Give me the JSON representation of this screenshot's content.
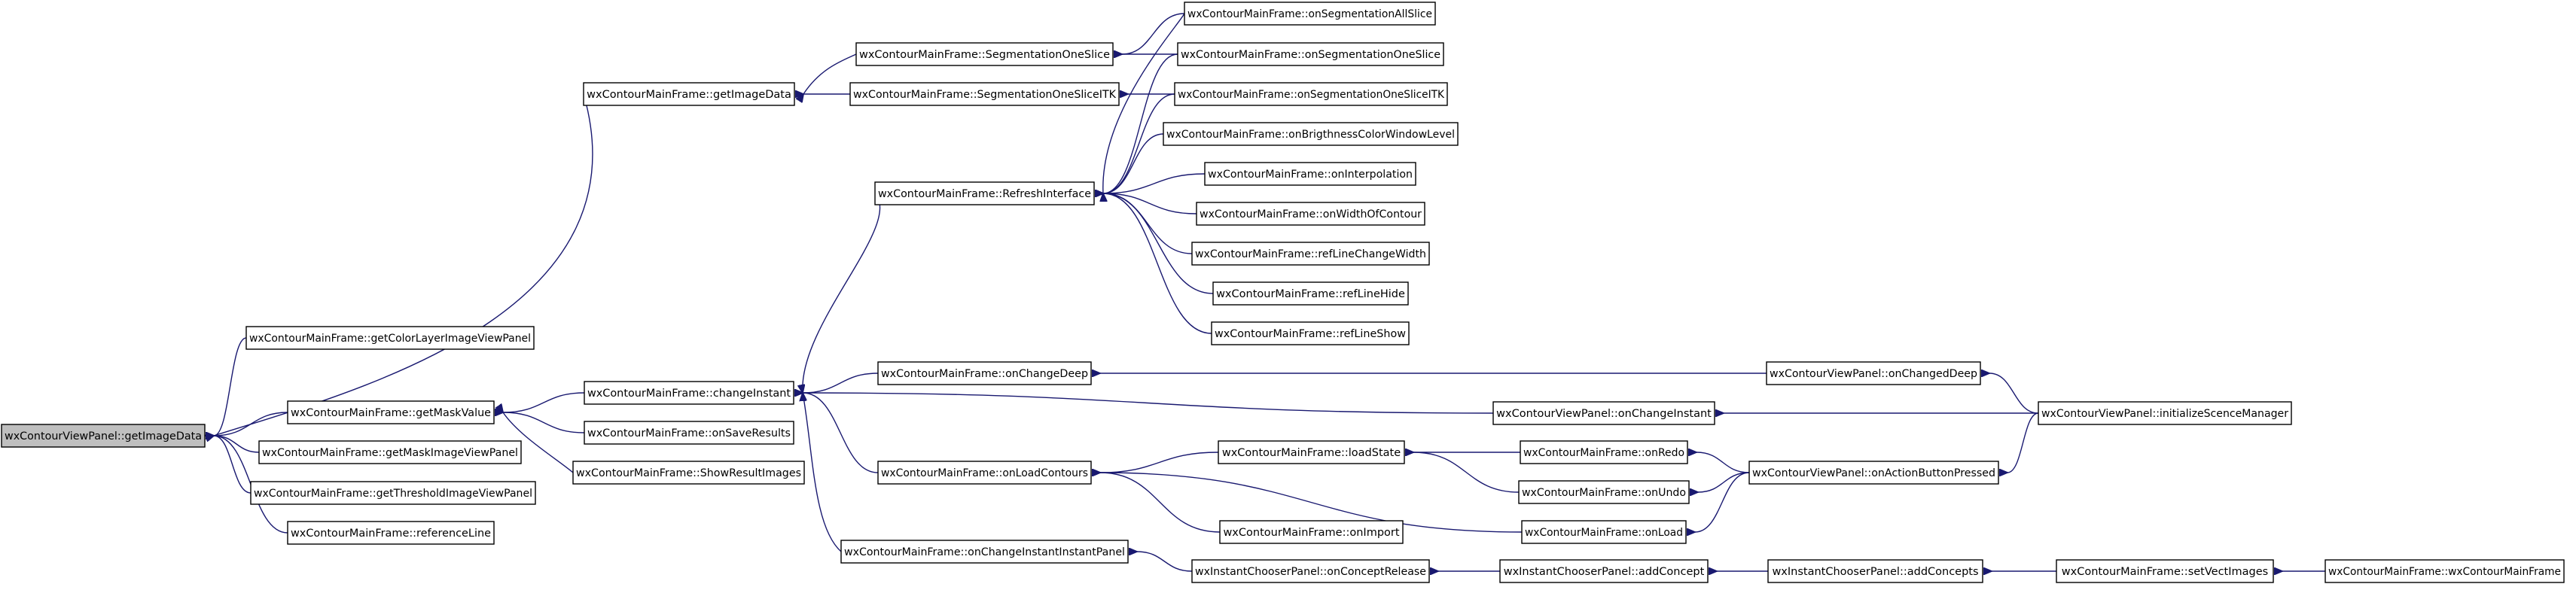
{
  "graph": {
    "kind": "caller-graph",
    "colors": {
      "edge": "#191970",
      "focus_fill": "#bfbfbf",
      "node_fill": "#ffffff",
      "node_border": "#000000"
    },
    "nodes": [
      {
        "id": "n0",
        "label": "wxContourViewPanel::getImageData",
        "focus": true
      },
      {
        "id": "n1",
        "label": "wxContourMainFrame::getColorLayerImageViewPanel"
      },
      {
        "id": "n2",
        "label": "wxContourMainFrame::getImageData"
      },
      {
        "id": "n3",
        "label": "wxContourMainFrame::getMaskValue"
      },
      {
        "id": "n4",
        "label": "wxContourMainFrame::getMaskImageViewPanel"
      },
      {
        "id": "n5",
        "label": "wxContourMainFrame::getThresholdImageViewPanel"
      },
      {
        "id": "n6",
        "label": "wxContourMainFrame::referenceLine"
      },
      {
        "id": "n7",
        "label": "wxContourMainFrame::SegmentationOneSlice"
      },
      {
        "id": "n8",
        "label": "wxContourMainFrame::SegmentationOneSliceITK"
      },
      {
        "id": "n9",
        "label": "wxContourMainFrame::changeInstant"
      },
      {
        "id": "n10",
        "label": "wxContourMainFrame::onSaveResults"
      },
      {
        "id": "n11",
        "label": "wxContourMainFrame::ShowResultImages"
      },
      {
        "id": "n12",
        "label": "wxContourMainFrame::RefreshInterface"
      },
      {
        "id": "n13",
        "label": "wxContourMainFrame::onChangeDeep"
      },
      {
        "id": "n14",
        "label": "wxContourMainFrame::onLoadContours"
      },
      {
        "id": "n15",
        "label": "wxContourMainFrame::onChangeInstantInstantPanel"
      },
      {
        "id": "n16",
        "label": "wxContourMainFrame::onSegmentationAllSlice"
      },
      {
        "id": "n17",
        "label": "wxContourMainFrame::onSegmentationOneSlice"
      },
      {
        "id": "n18",
        "label": "wxContourMainFrame::onSegmentationOneSliceITK"
      },
      {
        "id": "n19",
        "label": "wxContourMainFrame::onBrigthnessColorWindowLevel"
      },
      {
        "id": "n20",
        "label": "wxContourMainFrame::onInterpolation"
      },
      {
        "id": "n21",
        "label": "wxContourMainFrame::onWidthOfContour"
      },
      {
        "id": "n22",
        "label": "wxContourMainFrame::refLineChangeWidth"
      },
      {
        "id": "n23",
        "label": "wxContourMainFrame::refLineHide"
      },
      {
        "id": "n24",
        "label": "wxContourMainFrame::refLineShow"
      },
      {
        "id": "n25",
        "label": "wxContourViewPanel::onChangedDeep"
      },
      {
        "id": "n26",
        "label": "wxContourViewPanel::onChangeInstant"
      },
      {
        "id": "n27",
        "label": "wxContourViewPanel::initializeScenceManager"
      },
      {
        "id": "n28",
        "label": "wxContourMainFrame::loadState"
      },
      {
        "id": "n29",
        "label": "wxContourMainFrame::onImport"
      },
      {
        "id": "n30",
        "label": "wxContourMainFrame::onRedo"
      },
      {
        "id": "n31",
        "label": "wxContourMainFrame::onUndo"
      },
      {
        "id": "n32",
        "label": "wxContourMainFrame::onLoad"
      },
      {
        "id": "n33",
        "label": "wxContourViewPanel::onActionButtonPressed"
      },
      {
        "id": "n34",
        "label": "wxInstantChooserPanel::onConceptRelease"
      },
      {
        "id": "n35",
        "label": "wxInstantChooserPanel::addConcept"
      },
      {
        "id": "n36",
        "label": "wxInstantChooserPanel::addConcepts"
      },
      {
        "id": "n37",
        "label": "wxContourMainFrame::setVectImages"
      },
      {
        "id": "n38",
        "label": "wxContourMainFrame::wxContourMainFrame"
      }
    ],
    "edges": [
      [
        "n0",
        "n1"
      ],
      [
        "n0",
        "n2"
      ],
      [
        "n0",
        "n3"
      ],
      [
        "n0",
        "n4"
      ],
      [
        "n0",
        "n5"
      ],
      [
        "n0",
        "n6"
      ],
      [
        "n2",
        "n7"
      ],
      [
        "n2",
        "n8"
      ],
      [
        "n3",
        "n9"
      ],
      [
        "n3",
        "n10"
      ],
      [
        "n3",
        "n11"
      ],
      [
        "n7",
        "n16"
      ],
      [
        "n7",
        "n17"
      ],
      [
        "n8",
        "n18"
      ],
      [
        "n9",
        "n12"
      ],
      [
        "n9",
        "n13"
      ],
      [
        "n9",
        "n26"
      ],
      [
        "n9",
        "n14"
      ],
      [
        "n9",
        "n15"
      ],
      [
        "n12",
        "n16"
      ],
      [
        "n12",
        "n17"
      ],
      [
        "n12",
        "n18"
      ],
      [
        "n12",
        "n19"
      ],
      [
        "n12",
        "n20"
      ],
      [
        "n12",
        "n21"
      ],
      [
        "n12",
        "n22"
      ],
      [
        "n12",
        "n23"
      ],
      [
        "n12",
        "n24"
      ],
      [
        "n13",
        "n25"
      ],
      [
        "n25",
        "n27"
      ],
      [
        "n26",
        "n27"
      ],
      [
        "n14",
        "n28"
      ],
      [
        "n14",
        "n29"
      ],
      [
        "n14",
        "n32"
      ],
      [
        "n28",
        "n30"
      ],
      [
        "n28",
        "n31"
      ],
      [
        "n30",
        "n33"
      ],
      [
        "n31",
        "n33"
      ],
      [
        "n32",
        "n33"
      ],
      [
        "n33",
        "n27"
      ],
      [
        "n15",
        "n34"
      ],
      [
        "n34",
        "n35"
      ],
      [
        "n35",
        "n36"
      ],
      [
        "n36",
        "n37"
      ],
      [
        "n37",
        "n38"
      ]
    ]
  }
}
